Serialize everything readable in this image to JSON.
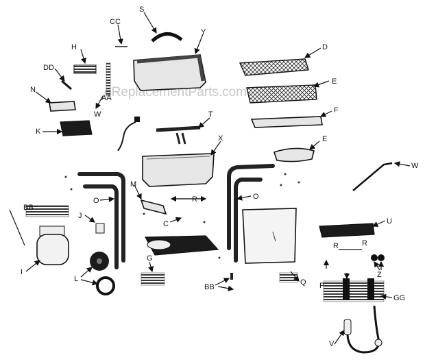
{
  "watermark": "eReplacementParts.com",
  "labels": {
    "S": "S",
    "CC": "CC",
    "Y": "Y",
    "H": "H",
    "D": "D",
    "DD": "DD",
    "N": "N",
    "AA": "AA",
    "W_small": "W",
    "K": "K",
    "E": "E",
    "F": "F",
    "T": "T",
    "X": "X",
    "E2": "E",
    "W": "W",
    "M": "M",
    "R": "R",
    "O_left": "O",
    "O_right": "O",
    "C": "C",
    "J": "J",
    "BB": "BB",
    "I": "I",
    "U": "U",
    "R_bolt1": "R",
    "R_bolt2": "R",
    "Z": "Z",
    "L": "L",
    "G": "G",
    "BB2": "BB",
    "Q": "Q",
    "P": "P",
    "GG": "GG",
    "V": "V"
  }
}
